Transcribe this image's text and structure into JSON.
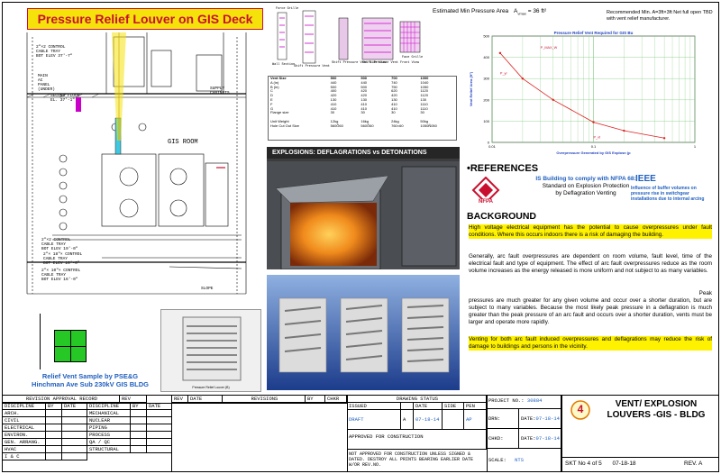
{
  "banner": {
    "title": "Pressure Relief Louver on GIS Deck"
  },
  "drawing": {
    "labels": {
      "ctrl_top": "2\"×2 CONTROL\nCABLE TRAY\nBOT ELEV 37'-7\"",
      "main_panel": "MAIN\nAC\nPANEL\n(UNDER)",
      "second_floor": "SECOND FLOOR\nEL. 37'-1\"",
      "gis_room": "GIS ROOM",
      "supply": "SUPPLY\nCABINETS",
      "tray1": "2\"×2 CONTROL\nCABLE TRAY\nBOT ELEV 19'-0\"",
      "tray2": "2\"× 18\"× CONTROL\nCABLE TRAY\nBOT ELEV 16'-0\"",
      "tray3": "2\"× 10\"× CONTROL\nCABLE TRAY\nBOT ELEV 16'-0\"",
      "slope": "SLOPE",
      "tags": [
        "73",
        "72",
        "T1",
        "T2",
        "73",
        "73",
        "73",
        "73",
        "73"
      ]
    },
    "caption": "Relief Vent Sample by PSE&G\nHinchman Ave Sub 230kV GIS BLDG",
    "photo_caption": "Pressure Relief Louver (B)"
  },
  "louver_views": {
    "views": [
      "Wall Section",
      "Shift Pressure Vent",
      "Shift Pressure Vent Side View",
      "Shift Pressure Vent Front View",
      "Face Grille"
    ],
    "top_label": "Force Grille"
  },
  "spec_table": {
    "header": [
      "Vent Size",
      "500",
      "500",
      "700",
      "1000"
    ],
    "rows": [
      [
        "A (in)",
        "440",
        "440",
        "740",
        "1040"
      ],
      [
        "B (in)",
        "500",
        "500",
        "750",
        "1050"
      ],
      [
        "C",
        "400",
        "420",
        "620",
        "1120"
      ],
      [
        "D",
        "420",
        "420",
        "420",
        "1120"
      ],
      [
        "E",
        "130",
        "130",
        "130",
        "130"
      ],
      [
        "F",
        "410",
        "410",
        "410",
        "1110"
      ],
      [
        "G",
        "410",
        "410",
        "410",
        "1110"
      ],
      [
        "Flange size",
        "30",
        "30",
        "30",
        "30"
      ],
      [
        "",
        "",
        "",
        "",
        ""
      ],
      [
        "Unit Weight",
        "12kg",
        "16kg",
        "24kg",
        "50kg"
      ],
      [
        "Hole Cut Out Size",
        "560Õ60",
        "560Õ60",
        "760×60",
        "1050Ñ050"
      ]
    ]
  },
  "chart": {
    "estimate_label": "Estimated Min Pressure Area",
    "estimate_value": "A",
    "estimate_subscript": "vmax",
    "estimate_result": "= 36 ft²",
    "recommended": "Recommended Min. A=3ft×3ft Net full open TBD with vent relief manufacturer.",
    "chart_data": {
      "type": "line",
      "title": "Pressure Relief Vent Required for GIS Bu",
      "xlabel": "Overpressure Generated by GIS Explosn (p",
      "ylabel": "Vent Relief Area (ft²)",
      "x_scale": "log",
      "x_ticks": [
        "0.01",
        "0.1",
        "1"
      ],
      "y_ticks": [
        "0",
        "100",
        "200",
        "300",
        "400",
        "500"
      ],
      "annotations": [
        "P_MAX_W",
        "P_yr",
        "P_vt"
      ],
      "series": [
        {
          "x": [
            0.012,
            0.02,
            0.04,
            0.1,
            0.2,
            0.5
          ],
          "y": [
            420,
            300,
            200,
            95,
            55,
            20
          ]
        }
      ]
    }
  },
  "explosion": {
    "title": "EXPLOSIONS: DEFLAGRATIONS vs DETONATIONS"
  },
  "references": {
    "heading": "•REFERENCES",
    "nfpa_line1": "IS Building to comply with NFPA 68:",
    "nfpa_line2": "Standard on Explosion Protection",
    "nfpa_line3": "by Deflagration Venting",
    "nfpa_logo": "NFPA",
    "ieee_logo": "IEEE",
    "ieee_text": "Influence of buffer volumes on pressure rise in switchgear installations due to internal arcing"
  },
  "background": {
    "heading": "BACKGROUND",
    "p1": "High voltage electrical equipment has the potential to cause overpressures under fault conditions. Where this occurs indoors there is a risk of damaging the building.",
    "p2": "Generally, arc fault overpressures are dependent on room volume, fault level, time of the electrical fault and type of equipment. The effect of arc fault overpressures reduce as the room volume increases as the energy released is more uniform and not subject to as many variables.",
    "p3_lead": "Peak",
    "p3": "pressures are much greater for any given volume and occur over a shorter duration, but are subject to many variables. Because the most likely peak pressure in a deflagration is much greater than the peak pressure of an arc fault and occurs over a shorter duration, vents must be larger and operate more rapidly.",
    "p4": "Venting for both arc fault induced overpressures and deflagrations may reduce the risk of damage to buildings and persons in the vicinity."
  },
  "title_block": {
    "revision_record": "REVISION APPROVAL RECORD",
    "rev": "REV",
    "date": "DATE",
    "revisions": "REVISIONS",
    "by": "BY",
    "chkr": "CHKR",
    "drawing_status": "DRAWING STATUS",
    "disciplines_left": [
      "DISCIPLINE",
      "ARCH.",
      "CIVIL",
      "ELECTRICAL",
      "ENVIRON.",
      "GEN. ARRANG.",
      "HVAC",
      "I & C"
    ],
    "disciplines_right": [
      "DISCIPLINE",
      "MECHANICAL",
      "NUCLEAR",
      "PIPING",
      "PROCESS",
      "QA / QC",
      "STRUCTURAL"
    ],
    "status_head": [
      "ISSUED",
      "",
      "DATE",
      "SIDE",
      "PEN"
    ],
    "status_row": [
      "DRAFT",
      "A",
      "07-18-14",
      "",
      "AP"
    ],
    "approved_for_construction": "APPROVED FOR CONSTRUCTION",
    "not_approved": "NOT APPROVED FOR CONSTRUCTION UNLESS SIGNED & DATED. DESTROY ALL PRINTS BEARING EARLIER DATE W/OR REV.NO.",
    "project_no_label": "PROJECT NO.:",
    "project_no": "30884",
    "drn_label": "DRN:",
    "drn_date_label": "DATE:",
    "drn_date": "07-18-14",
    "chkd_label": "CHKD:",
    "chkd_date_label": "DATE:",
    "chkd_date": "07-18-14",
    "scale_label": "SCALE:",
    "scale": "NTS",
    "sheet_number": "4",
    "sheet_title_1": "VENT/ EXPLOSION",
    "sheet_title_2": "LOUVERS -GIS - BLDG",
    "skt_label": "SKT No",
    "skt": "4 of 5",
    "skt_date": "07-18-18",
    "rev_label": "REV.",
    "rev_value": "A"
  }
}
